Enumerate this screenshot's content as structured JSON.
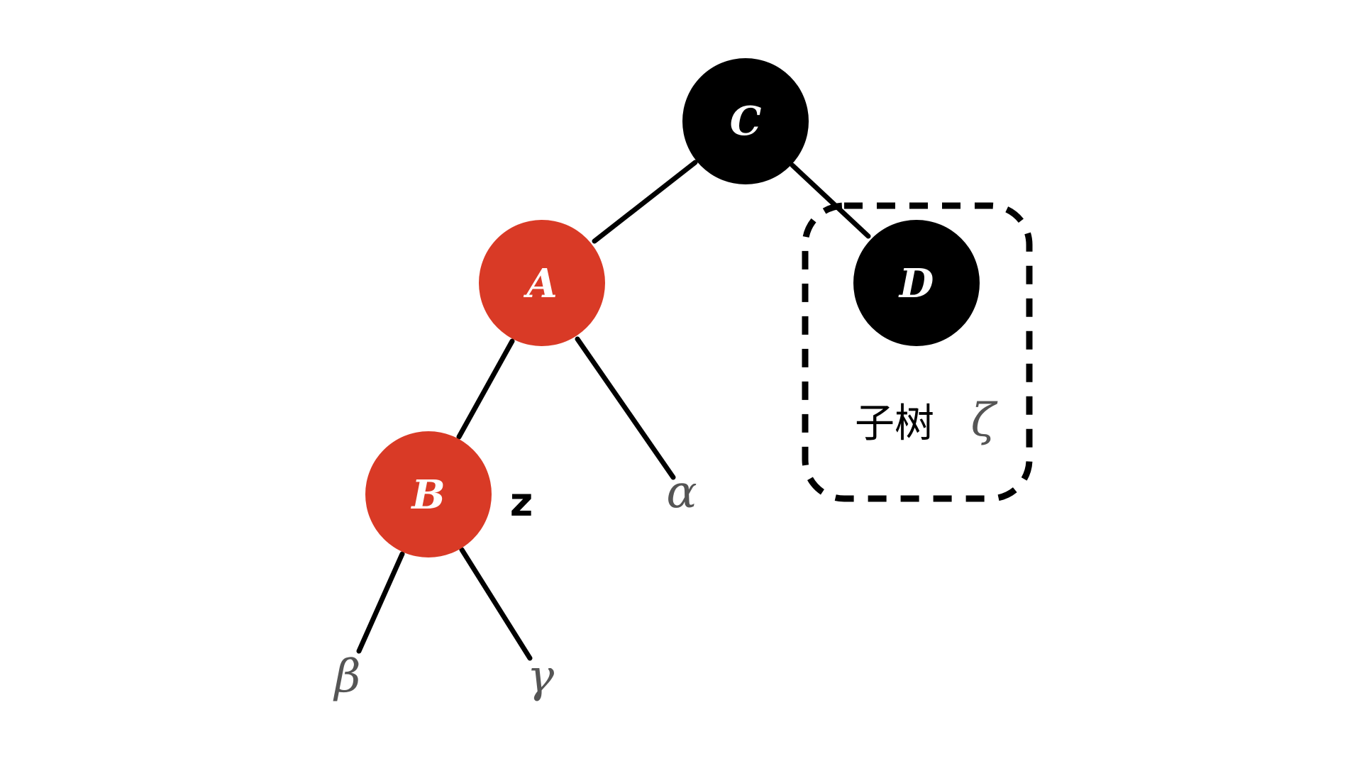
{
  "colors": {
    "red": "#d93a26",
    "black": "#000000",
    "leaf": "#555555"
  },
  "nodes": {
    "C": {
      "label": "C",
      "color": "black"
    },
    "A": {
      "label": "A",
      "color": "red"
    },
    "D": {
      "label": "D",
      "color": "black"
    },
    "B": {
      "label": "B",
      "color": "red"
    }
  },
  "leaves": {
    "alpha": "α",
    "beta": "β",
    "gamma": "γ"
  },
  "marker": "z",
  "subtree": {
    "label": "子树",
    "symbol": "ζ"
  }
}
